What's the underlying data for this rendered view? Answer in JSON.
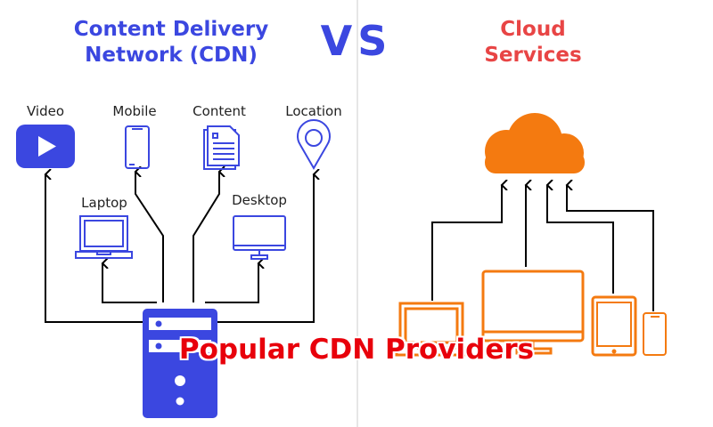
{
  "left": {
    "title_line1": "Content Delivery",
    "title_line2": "Network (CDN)",
    "color": "#3b47e0",
    "labels": {
      "video": "Video",
      "mobile": "Mobile",
      "content": "Content",
      "location": "Location",
      "laptop": "Laptop",
      "desktop": "Desktop"
    }
  },
  "vs": "VS",
  "right": {
    "title_line1": "Cloud",
    "title_line2": "Services",
    "title_color": "#e84545",
    "icon_color": "#f47a10"
  },
  "banner": "Popular CDN Providers"
}
